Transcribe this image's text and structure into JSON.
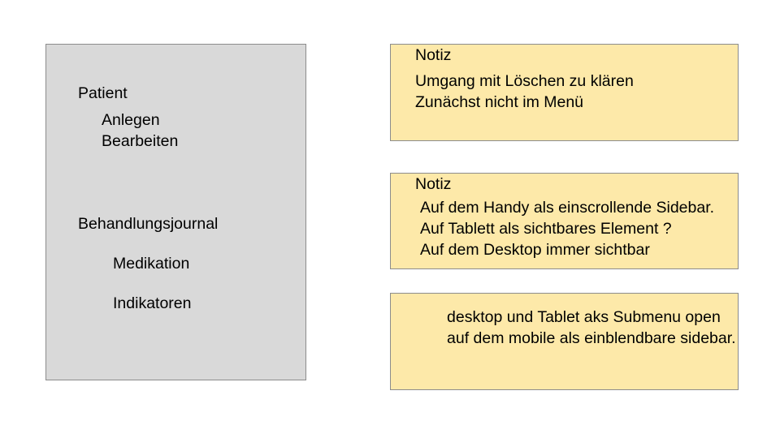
{
  "menu": {
    "patient": {
      "heading": "Patient",
      "items": [
        "Anlegen",
        "Bearbeiten"
      ]
    },
    "journal": {
      "heading": "Behandlungsjournal",
      "items": [
        "Medikation",
        "Indikatoren"
      ]
    }
  },
  "notes": [
    {
      "title": "Notiz",
      "lines": [
        "Umgang mit Löschen zu klären",
        "Zunächst nicht im Menü"
      ]
    },
    {
      "title": "Notiz",
      "lines": [
        "Auf dem Handy als einscrollende Sidebar.",
        "Auf Tablett als sichtbares Element ?",
        "Auf dem Desktop immer sichtbar"
      ]
    },
    {
      "title": "",
      "lines": [
        "desktop und Tablet aks Submenu open",
        "auf dem mobile als einblendbare sidebar."
      ]
    }
  ],
  "colors": {
    "menu_fill": "#d9d9d9",
    "note_fill": "#fde9a9",
    "border": "#8c8c8c"
  }
}
